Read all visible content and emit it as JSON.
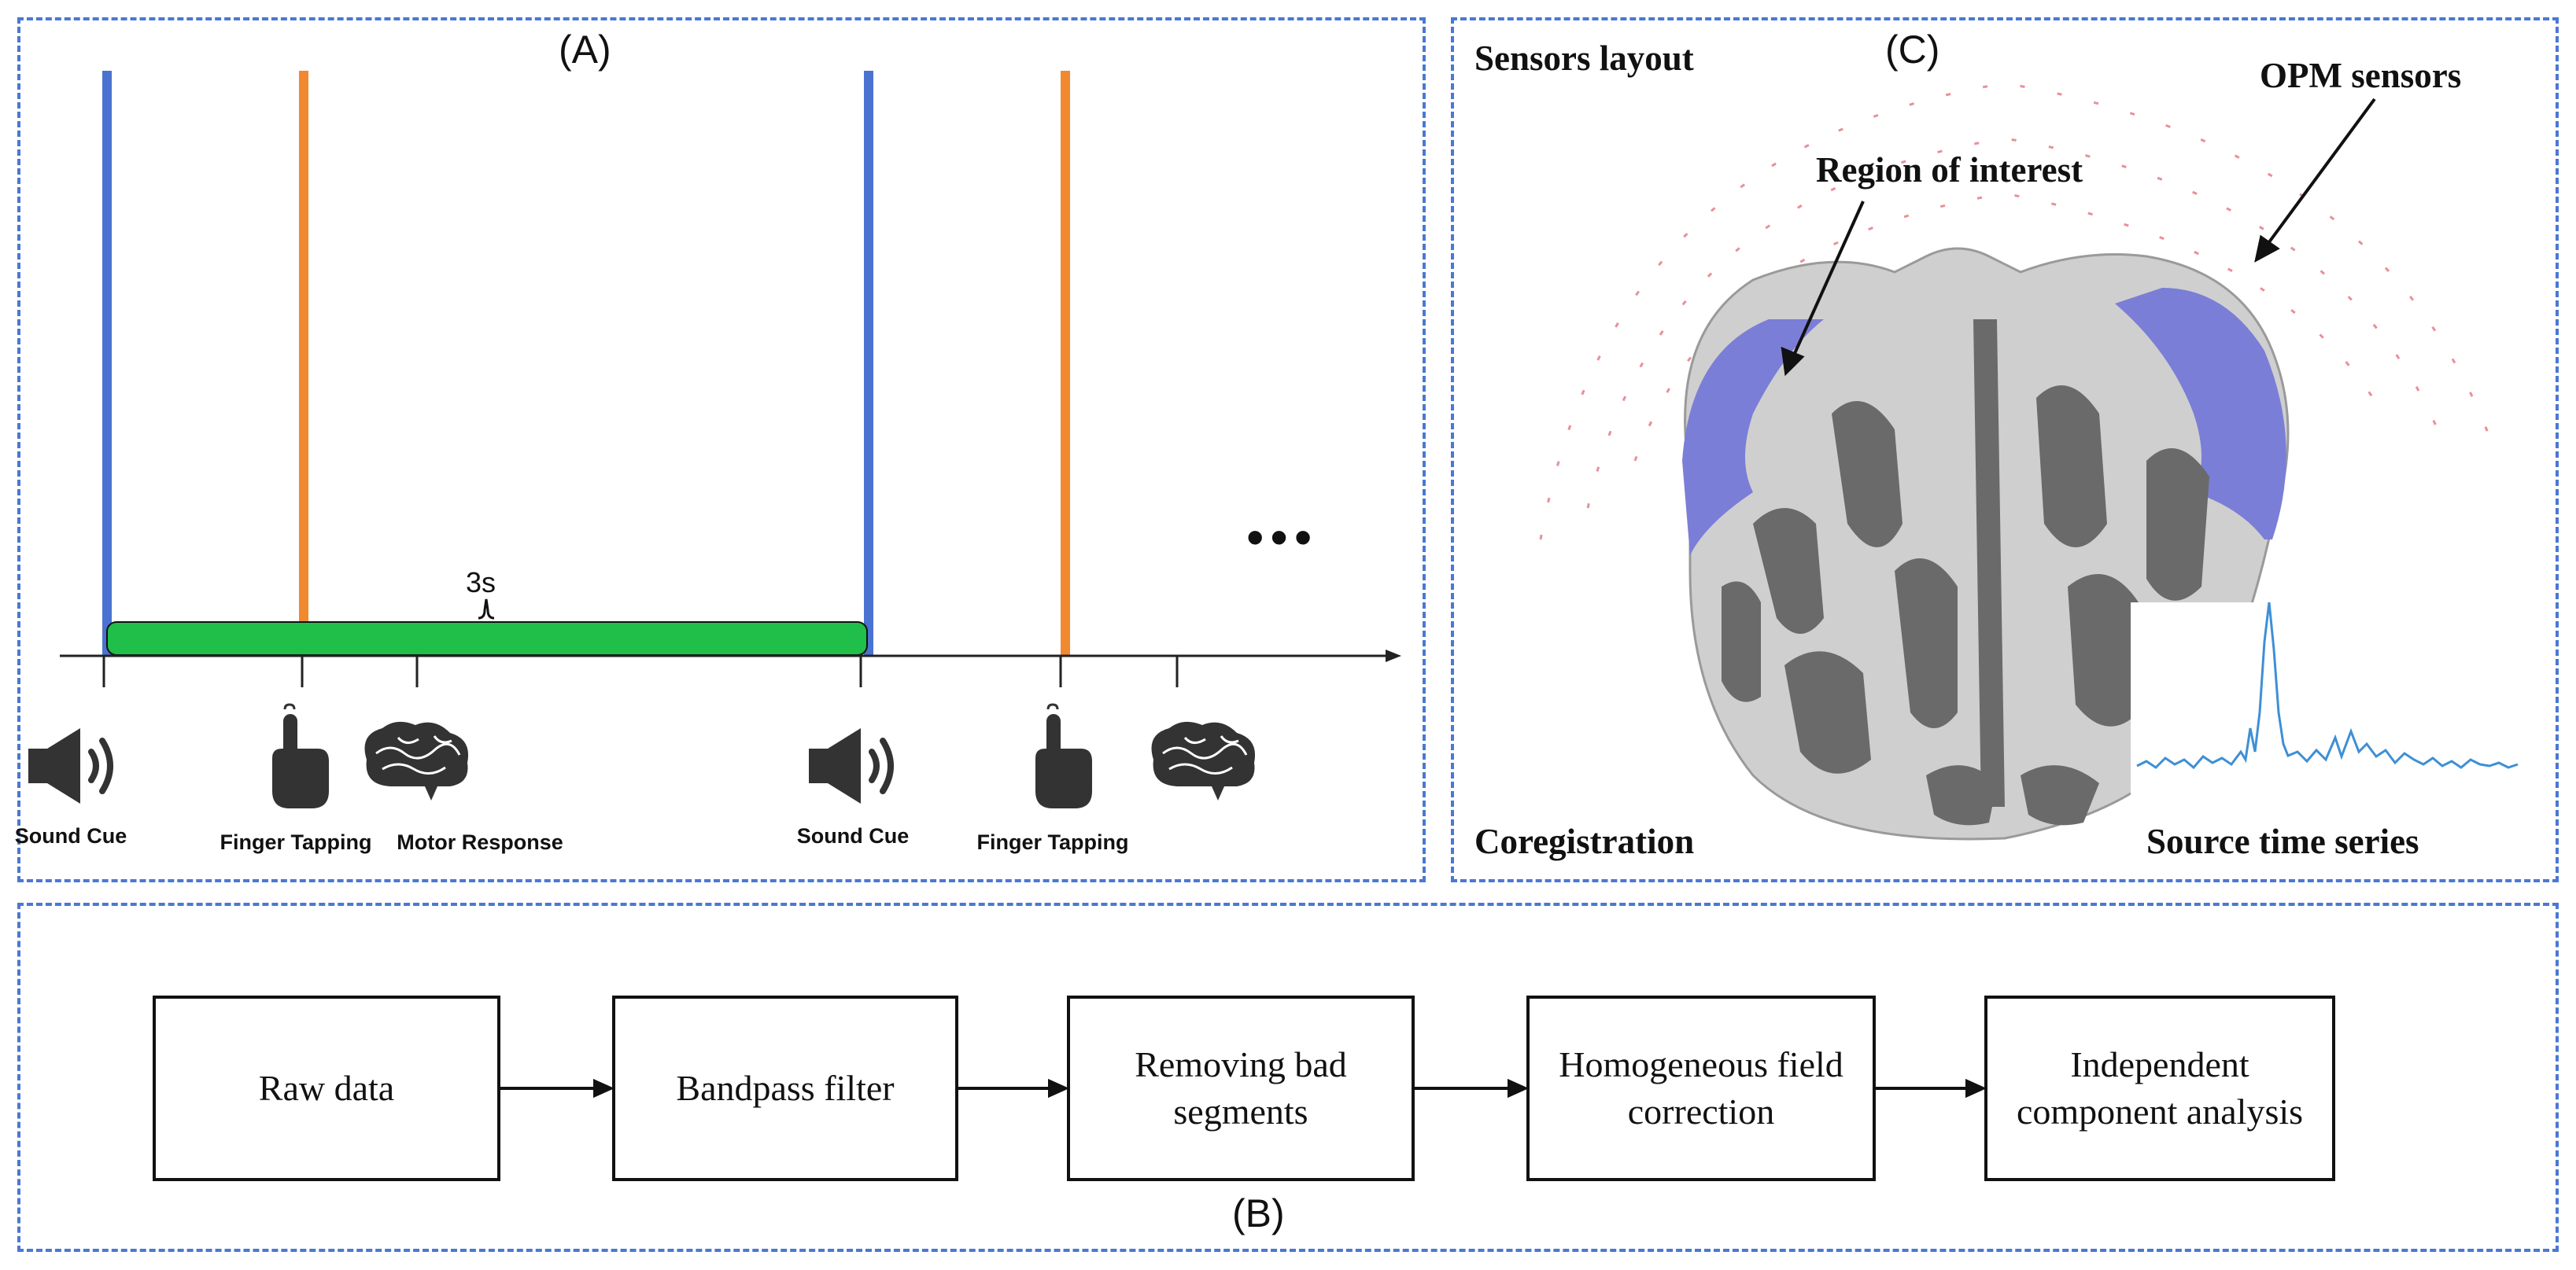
{
  "panel_a": {
    "label": "(A)",
    "duration_label": "3s",
    "icons": [
      {
        "label": "Sound Cue",
        "icon": "speaker-icon"
      },
      {
        "label": "Finger Tapping",
        "icon": "pointing-finger-icon"
      },
      {
        "label": "Motor Response",
        "icon": "brain-icon"
      },
      {
        "label": "Sound Cue",
        "icon": "speaker-icon"
      },
      {
        "label": "Finger Tapping",
        "icon": "pointing-finger-icon"
      },
      {
        "label": "",
        "icon": "brain-icon"
      }
    ],
    "ellipsis": "•••",
    "colors": {
      "sound_cue": "#4a72d0",
      "finger_tapping": "#f0892f",
      "interval": "#1fbf4a"
    }
  },
  "panel_b": {
    "label": "(B)",
    "steps": [
      {
        "line1": "Raw data",
        "line2": ""
      },
      {
        "line1": "Bandpass filter",
        "line2": ""
      },
      {
        "line1": "Removing bad",
        "line2": "segments"
      },
      {
        "line1": "Homogeneous field",
        "line2": "correction"
      },
      {
        "line1": "Independent",
        "line2": "component analysis"
      }
    ]
  },
  "panel_c": {
    "label": "(C)",
    "sensors_layout": "Sensors layout",
    "opm_sensors": "OPM sensors",
    "region_of_interest": "Region of interest",
    "coregistration": "Coregistration",
    "source_time_series": "Source time series",
    "colors": {
      "roi": "#7b7ed6",
      "sensor": "#e8909a",
      "trace": "#3e8fd6"
    }
  }
}
